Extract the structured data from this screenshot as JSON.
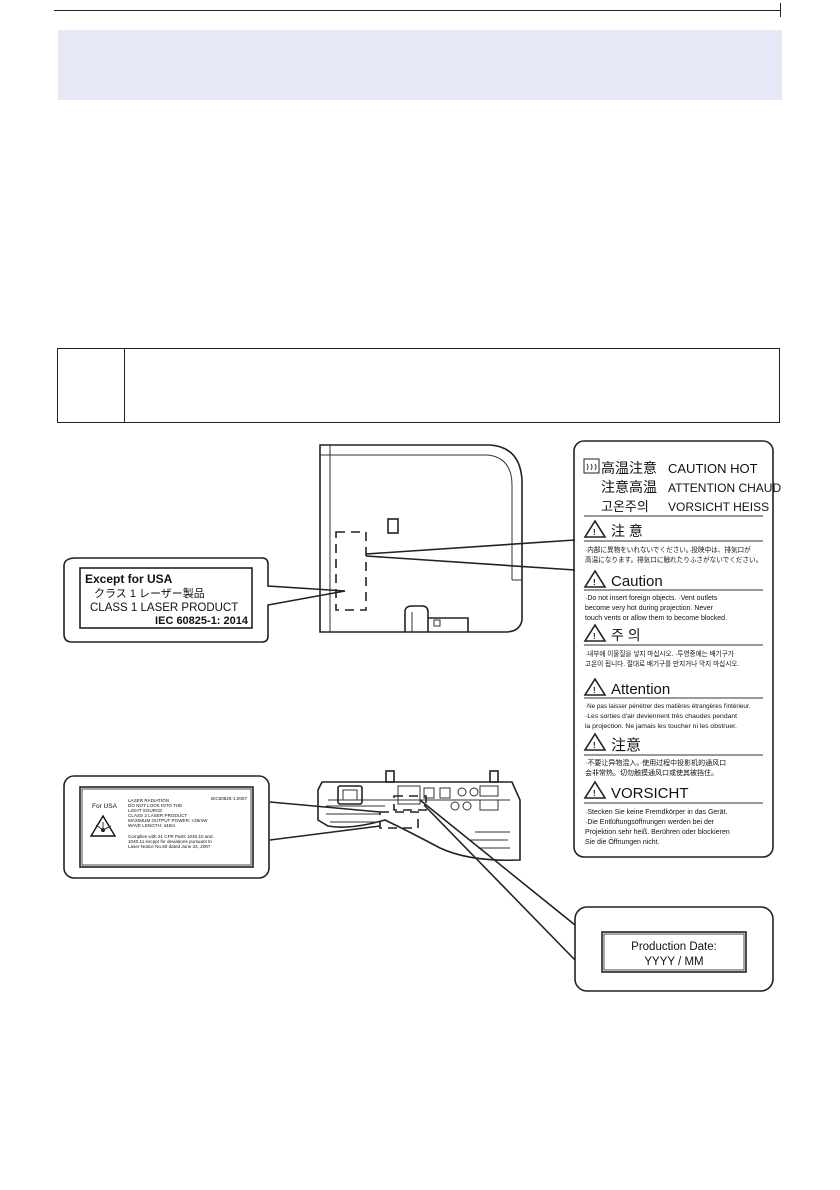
{
  "usa_exception_label": {
    "heading": "Except for USA",
    "line_ja": "クラス 1 レーザー製品",
    "line_class": "CLASS 1 LASER PRODUCT",
    "line_iec": "IEC 60825-1: 2014"
  },
  "warning_label": {
    "hot_rows": [
      {
        "cjk": "高温注意",
        "text": "CAUTION HOT"
      },
      {
        "cjk": "注意高温",
        "text": "ATTENTION CHAUD"
      },
      {
        "cjk": "고온주의",
        "text": "VORSICHT HEISS"
      }
    ],
    "sections": [
      {
        "title": "注 意",
        "lines": [
          "·内部に異物をいれないでください。·投映中は、排気口が",
          "高温になります。排気口に触れたりふさがないでください。"
        ]
      },
      {
        "title": "Caution",
        "lines": [
          "·Do not insert foreign objects. ·Vent outlets",
          "become very hot during projection. Never",
          "touch vents or allow them to become blocked."
        ]
      },
      {
        "title": "주 의",
        "lines": [
          "·내부에 이물질을 넣지 마십시오. ·투영중에는 배기구가",
          "고온이 됩니다. 절대로 배기구를 만지거나 막지 마십시오."
        ]
      },
      {
        "title": "Attention",
        "lines": [
          "·Ne pas laisser pénétrer des matières étrangères l'intérieur.",
          "·Les sorties d'air deviennent très chaudes pendant",
          "la projection. Ne jamais les toucher ni les obstruer."
        ]
      },
      {
        "title": "注意",
        "lines": [
          "·不要让异物混入。·使用过程中投影机的通风口",
          "会非常热。切勿触摸通风口或使其被挡住。"
        ]
      },
      {
        "title": "VORSICHT",
        "lines": [
          "·Stecken Sie keine Fremdkörper in das Gerät.",
          "·Die Entlüftungsöffnungen werden bei der",
          "Projektion sehr heiß. Berühren oder blockieren",
          "Sie die Öffnungen nicht."
        ]
      }
    ]
  },
  "usa_label": {
    "for_usa": "For USA",
    "std": "IEC60825-1:2007",
    "lines": [
      "LASER RADIATION",
      "DO NOT LOOK INTO THE",
      "LIGHT SOURCE",
      "CLASS 2 LASER PRODUCT",
      "MAXIMUM OUTPUT POWER: <36mW",
      "WAVE LENGTH: 445m",
      "",
      "Complies with 21 CFR Parts 1040.10 and",
      "1040.11 except for deviations pursuant to",
      "Laser Notice No.50 dated June 24, 2007"
    ]
  },
  "production_label": {
    "line1": "Production Date:",
    "line2": "YYYY / MM"
  }
}
